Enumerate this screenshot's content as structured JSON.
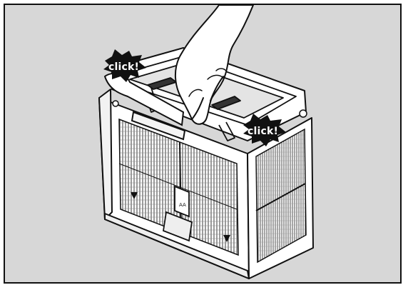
{
  "callouts": {
    "left": "click!",
    "right": "click!"
  },
  "filter_label": "AA",
  "colors": {
    "background": "#d7d7d7",
    "line": "#111111",
    "fill": "#ffffff",
    "burst": "#111111"
  }
}
